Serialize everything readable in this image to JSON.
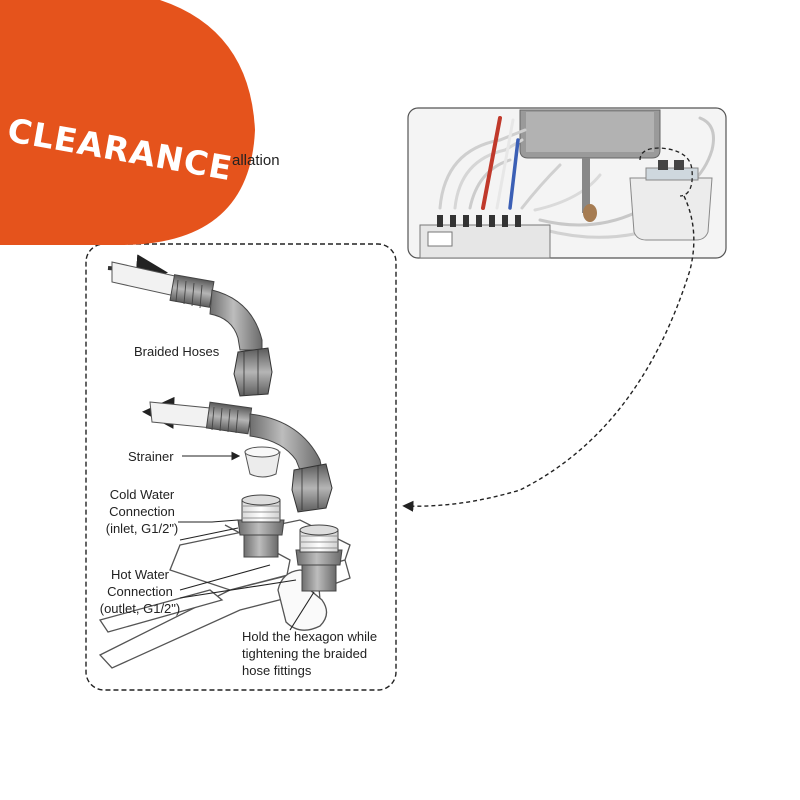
{
  "badge": {
    "text": "CLEARANCE",
    "color": "#e5531c"
  },
  "heading_fragment": "allation",
  "labels": {
    "braided_hoses": "Braided Hoses",
    "strainer": "Strainer",
    "cold_water": [
      "Cold Water",
      "Connection",
      "(inlet, G1/2\")"
    ],
    "hot_water": [
      "Hot Water",
      "Connection",
      "(outlet, G1/2\")"
    ],
    "hexagon_note": [
      "Hold the hexagon while",
      "tightening the braided",
      "hose fittings"
    ]
  },
  "colors": {
    "hose_red": "#c0392b",
    "hose_blue": "#3b5fb5",
    "outline": "#444444"
  }
}
